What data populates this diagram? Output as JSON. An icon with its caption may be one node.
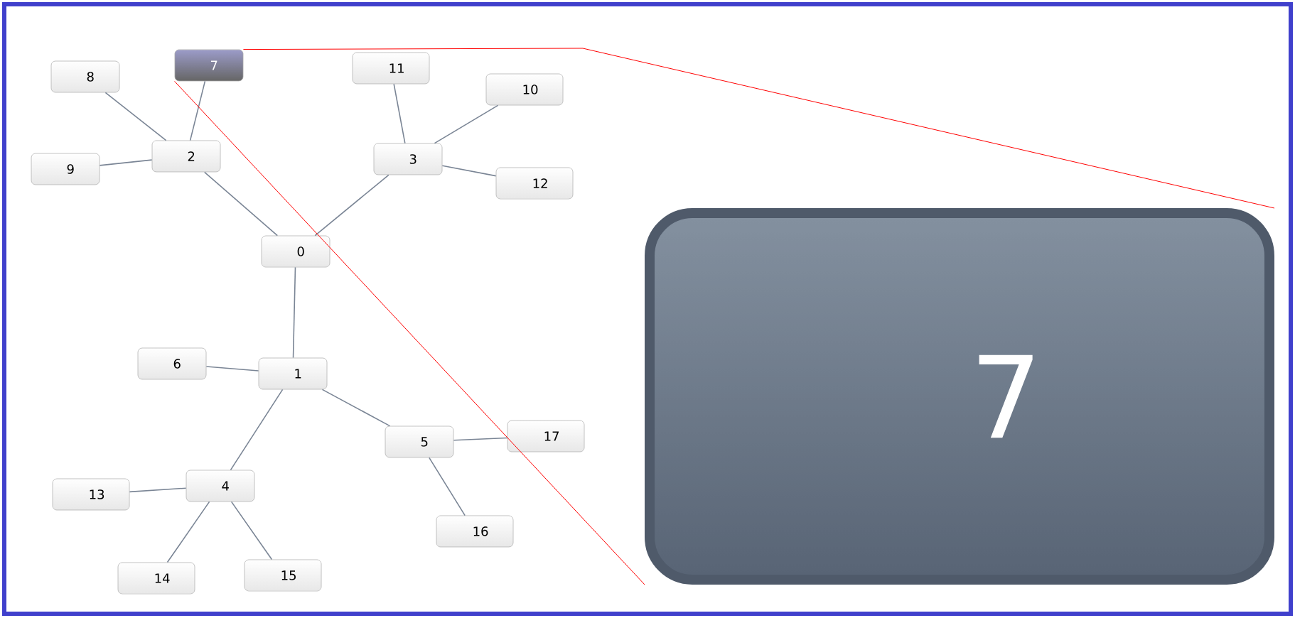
{
  "diagram": {
    "nodes": [
      {
        "text": [
          "0"
        ]
      },
      {
        "text": [
          "1"
        ]
      },
      {
        "text": [
          "2"
        ]
      },
      {
        "text": [
          "3"
        ]
      },
      {
        "text": [
          "4"
        ]
      },
      {
        "text": [
          "5"
        ]
      },
      {
        "text": [
          "6"
        ]
      },
      {
        "text": [
          "7"
        ]
      },
      {
        "text": [
          "8"
        ]
      },
      {
        "text": [
          "9"
        ]
      },
      {
        "text": [
          "10"
        ]
      },
      {
        "text": [
          "11"
        ]
      },
      {
        "text": [
          "12"
        ]
      },
      {
        "text": [
          "13"
        ]
      },
      {
        "text": [
          "14"
        ]
      },
      {
        "text": [
          "15"
        ]
      },
      {
        "text": [
          "16"
        ]
      },
      {
        "text": [
          "17"
        ]
      },
      {
        "text": [
          "7"
        ]
      }
    ],
    "edges": [
      {
        "from": 2,
        "to": 8,
        "arrow": "none"
      },
      {
        "from": 2,
        "to": 7,
        "arrow": "none"
      },
      {
        "from": 2,
        "to": 9,
        "arrow": "none"
      },
      {
        "from": 0,
        "to": 2,
        "arrow": "none"
      },
      {
        "from": 3,
        "to": 11,
        "arrow": "none"
      },
      {
        "from": 3,
        "to": 10,
        "arrow": "none"
      },
      {
        "from": 3,
        "to": 12,
        "arrow": "none"
      },
      {
        "from": 0,
        "to": 3,
        "arrow": "none"
      },
      {
        "from": 0,
        "to": 1,
        "arrow": "none"
      },
      {
        "from": 1,
        "to": 6,
        "arrow": "none"
      },
      {
        "from": 1,
        "to": 4,
        "arrow": "none"
      },
      {
        "from": 1,
        "to": 5,
        "arrow": "none"
      },
      {
        "from": 4,
        "to": 13,
        "arrow": "none"
      },
      {
        "from": 4,
        "to": 14,
        "arrow": "none"
      },
      {
        "from": 4,
        "to": 15,
        "arrow": "none"
      },
      {
        "from": 5,
        "to": 17,
        "arrow": "none"
      },
      {
        "from": 5,
        "to": 16,
        "arrow": "none"
      },
      {
        "from": 7,
        "to": 18,
        "arrow": "none",
        "color": "#ff0000"
      },
      {
        "from": 7,
        "to": 18,
        "arrow": "none",
        "color": "#ff0000"
      }
    ]
  }
}
